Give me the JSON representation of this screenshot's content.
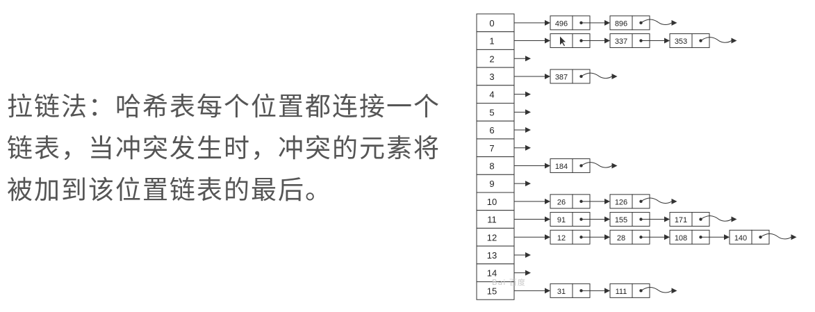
{
  "caption": {
    "lines": [
      "拉链法：哈希表每个位置都连接一个",
      "链表，当冲突发生时，冲突的元素将",
      "被加到该位置链表的最后。"
    ]
  },
  "hash_table": {
    "buckets": [
      {
        "index": "0",
        "chain": [
          "496",
          "896"
        ]
      },
      {
        "index": "1",
        "chain": [
          "",
          "337",
          "353"
        ]
      },
      {
        "index": "2",
        "chain": []
      },
      {
        "index": "3",
        "chain": [
          "387"
        ]
      },
      {
        "index": "4",
        "chain": []
      },
      {
        "index": "5",
        "chain": []
      },
      {
        "index": "6",
        "chain": []
      },
      {
        "index": "7",
        "chain": []
      },
      {
        "index": "8",
        "chain": [
          "184"
        ]
      },
      {
        "index": "9",
        "chain": []
      },
      {
        "index": "10",
        "chain": [
          "26",
          "126"
        ]
      },
      {
        "index": "11",
        "chain": [
          "91",
          "155",
          "171"
        ]
      },
      {
        "index": "12",
        "chain": [
          "12",
          "28",
          "108",
          "140"
        ]
      },
      {
        "index": "13",
        "chain": []
      },
      {
        "index": "14",
        "chain": []
      },
      {
        "index": "15",
        "chain": [
          "31",
          "111"
        ]
      }
    ]
  },
  "watermark": "Bai 百度",
  "colors": {
    "stroke": "#333333",
    "text": "#222222",
    "caption": "#555555",
    "background": "#ffffff"
  }
}
